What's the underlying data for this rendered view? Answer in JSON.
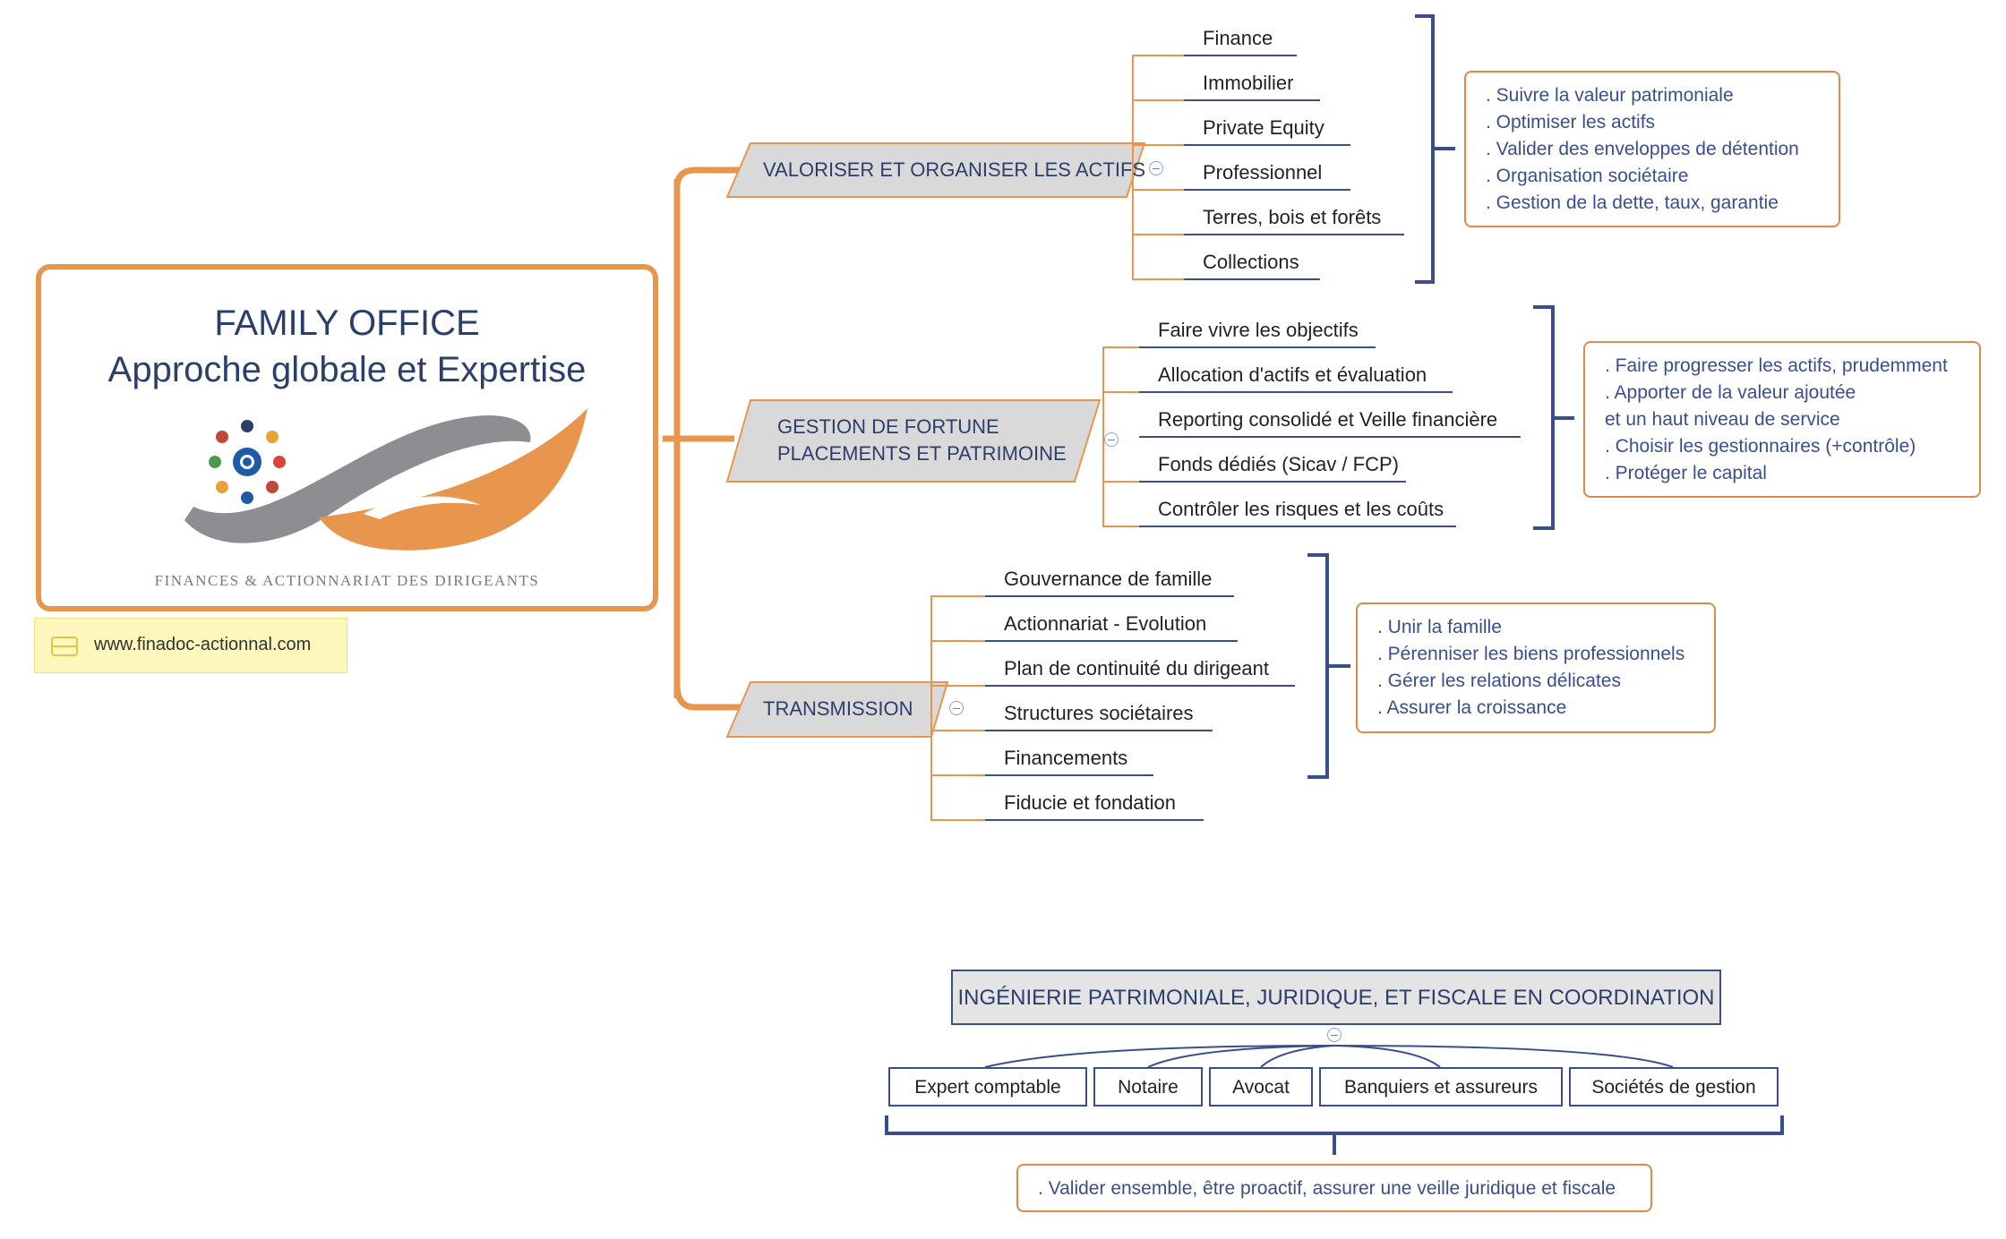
{
  "central": {
    "title_line1": "FAMILY OFFICE",
    "title_line2": "Approche globale  et Expertise",
    "tagline": "FINANCES & ACTIONNARIAT DES DIRIGEANTS"
  },
  "note_url": "www.finadoc-actionnal.com",
  "branches": [
    {
      "title_lines": [
        "VALORISER ET ORGANISER LES ACTIFS"
      ],
      "subtopics": [
        "Finance",
        "Immobilier",
        "Private Equity",
        "Professionnel",
        "Terres, bois et forêts",
        "Collections"
      ],
      "summary": [
        ". Suivre la valeur patrimoniale",
        ". Optimiser les actifs",
        ". Valider des enveloppes de détention",
        ". Organisation sociétaire",
        ". Gestion de la dette, taux, garantie"
      ]
    },
    {
      "title_lines": [
        "GESTION DE FORTUNE",
        "PLACEMENTS ET PATRIMOINE"
      ],
      "subtopics": [
        "Faire vivre les objectifs",
        "Allocation d'actifs et évaluation",
        "Reporting consolidé et Veille financière",
        "Fonds dédiés (Sicav / FCP)",
        "Contrôler les risques et les coûts"
      ],
      "summary": [
        ". Faire progresser les actifs, prudemment",
        ". Apporter de la valeur ajoutée",
        "  et un haut niveau de service",
        ". Choisir les gestionnaires (+contrôle)",
        ". Protéger le capital"
      ]
    },
    {
      "title_lines": [
        "TRANSMISSION"
      ],
      "subtopics": [
        "Gouvernance de famille",
        "Actionnariat - Evolution",
        "Plan de continuité du dirigeant",
        "Structures sociétaires",
        "Financements",
        "Fiducie et fondation"
      ],
      "summary": [
        ". Unir la famille",
        ". Pérenniser les biens professionnels",
        ". Gérer les relations délicates",
        ". Assurer la croissance"
      ]
    }
  ],
  "ingenierie": {
    "title": "INGÉNIERIE PATRIMONIALE, JURIDIQUE, ET FISCALE EN COORDINATION",
    "partners": [
      "Expert comptable",
      "Notaire",
      "Avocat",
      "Banquiers et assureurs",
      "Sociétés de gestion"
    ],
    "summary": ". Valider ensemble, être proactif, assurer une veille juridique et fiscale"
  },
  "colors": {
    "orange": "#e8964e",
    "navy": "#3a4f8a",
    "text_blue": "#2b3f6b",
    "topic_fill": "#d9d9d9",
    "logo_grey": "#8e8e92"
  }
}
